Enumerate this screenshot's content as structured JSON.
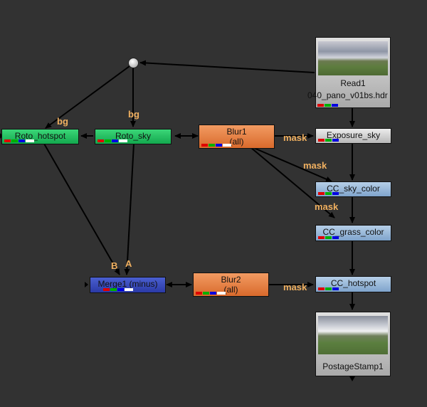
{
  "nodes": {
    "read1": {
      "name": "Read1",
      "file": "040_pano_v01bs.hdr"
    },
    "exposure_sky": {
      "name": "Exposure_sky"
    },
    "cc_sky_color": {
      "name": "CC_sky_color"
    },
    "cc_grass_color": {
      "name": "CC_grass_color"
    },
    "cc_hotspot": {
      "name": "CC_hotspot"
    },
    "postage_stamp": {
      "name": "PostageStamp1"
    },
    "blur1": {
      "name": "Blur1",
      "channels": "(all)"
    },
    "blur2": {
      "name": "Blur2",
      "channels": "(all)"
    },
    "roto_hotspot": {
      "name": "Roto_hotspot"
    },
    "roto_sky": {
      "name": "Roto_sky"
    },
    "merge1": {
      "name": "Merge1 (minus)"
    }
  },
  "input_labels": {
    "mask_exposure": "mask",
    "mask_cc_sky": "mask",
    "mask_cc_grass": "mask",
    "mask_cc_hotspot": "mask",
    "bg_roto_hotspot": "bg",
    "bg_roto_sky": "bg",
    "merge_b": "B",
    "merge_a": "A"
  },
  "colors": {
    "background": "#323232",
    "edge": "#000000",
    "input_label": "#f0b060",
    "roto": "#13a84e",
    "cc": "#7fa4cc",
    "blur": "#d96a2c",
    "merge": "#2b3aa6"
  }
}
